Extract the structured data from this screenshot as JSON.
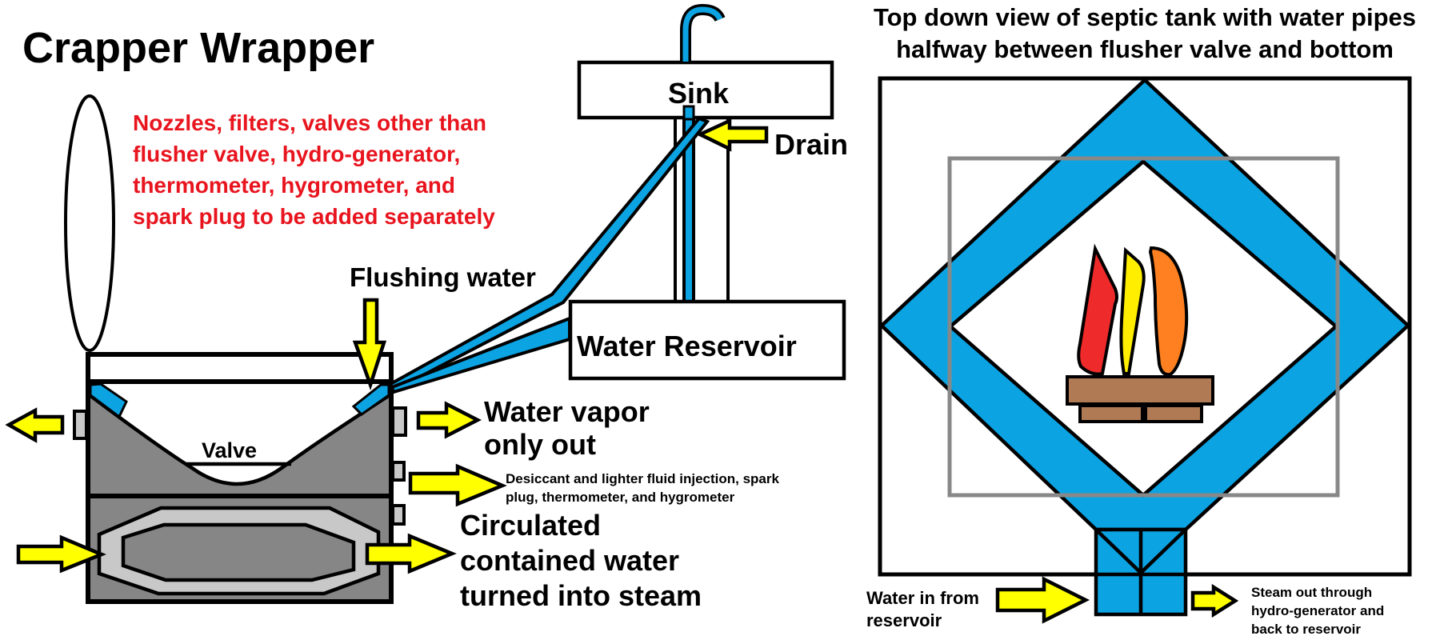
{
  "colors": {
    "pipe_blue": "#0ba3e2",
    "tank_gray": "#868686",
    "light_gray": "#c8c8c8",
    "arrow_yellow": "#ffff00",
    "note_red": "#e8141e",
    "flame_red": "#ee2a2a",
    "flame_yellow": "#ffee00",
    "flame_orange": "#ff8020",
    "brick": "#b07a55",
    "outline_gray": "#888888"
  },
  "left_diagram": {
    "title": "Crapper Wrapper",
    "note_lines": [
      "Nozzles, filters, valves other than",
      "flusher valve, hydro-generator,",
      "thermometer, hygrometer, and",
      "spark plug to be added separately"
    ],
    "flushing_label": "Flushing water",
    "valve_label": "Valve",
    "sink_label": "Sink",
    "drain_label": "Drain",
    "reservoir_label": "Water Reservoir",
    "vapor_lines": [
      "Water vapor",
      "only out"
    ],
    "injection_lines": [
      "Desiccant and lighter fluid injection, spark",
      "plug, thermometer, and hygrometer"
    ],
    "circulated_lines": [
      "Circulated",
      "contained water",
      "turned into steam"
    ]
  },
  "right_diagram": {
    "title_lines": [
      "Top down view of septic tank with water pipes",
      "halfway between flusher valve and bottom"
    ],
    "water_in_lines": [
      "Water in from",
      "reservoir"
    ],
    "steam_out_lines": [
      "Steam out through",
      "hydro-generator and",
      "back to reservoir"
    ]
  }
}
